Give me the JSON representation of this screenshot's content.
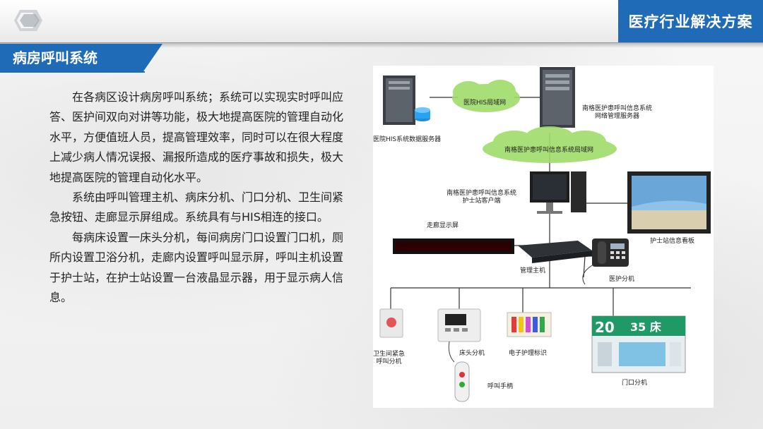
{
  "header": {
    "solution_title": "医疗行业解决方案"
  },
  "section": {
    "title": "病房呼叫系统"
  },
  "body": {
    "paragraphs": [
      "在各病区设计病房呼叫系统；系统可以实现实时呼叫应答、医护间双向对讲等功能，极大地提高医院的管理自动化水平，方便值班人员，提高管理效率，同时可以在很大程度上减少病人情况误报、漏报所造成的医疗事故和损失，极大地提高医院的管理自动化水平。",
      "系统由呼叫管理主机、病床分机、门口分机、卫生间紧急按钮、走廊显示屏组成。系统具有与HIS相连的接口。",
      "每病床设置一床头分机，每间病房门口设置门口机，厕所内设置卫浴分机，走廊内设置呼叫显示屏，呼叫主机设置于护士站，在护士站设置一台液晶显示器，用于显示病人信息。"
    ]
  },
  "diagram": {
    "his_network": "医院HIS局域网",
    "his_server": "医院HIS系统数据服务器",
    "mgmt_server": "南格医护患呼叫信息系统\n网络管理服务器",
    "call_network": "南格医护患呼叫信息系统局域网",
    "nurse_client": "南格医护患呼叫信息系统\n护士站客户端",
    "corridor_display_label": "走廊显示屏",
    "nurse_board": "护士站信息看板",
    "host": "管理主机",
    "medical_phone": "医护分机",
    "bathroom_button": "卫生间紧急\n呼叫分机",
    "bed_unit": "床头分机",
    "nursing_tag": "电子护理标识",
    "door_unit": "门口分机",
    "handset": "呼叫手柄",
    "door_room_number": "20",
    "door_bed_text": "35 床"
  },
  "colors": {
    "brand_blue": "#1f6bb8",
    "cloud_green": "#9fdc6a"
  }
}
